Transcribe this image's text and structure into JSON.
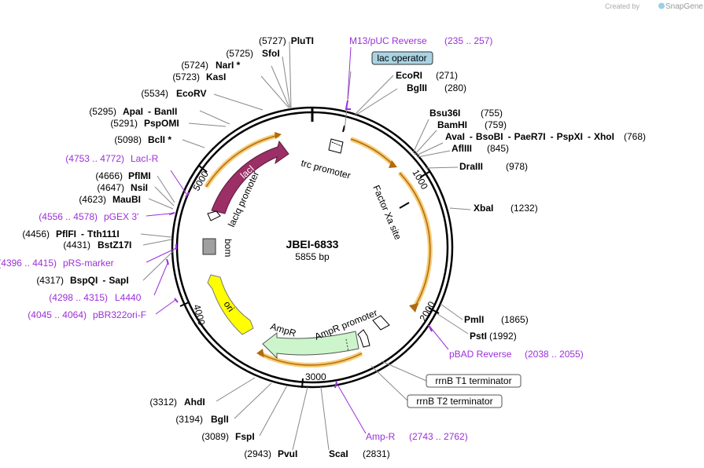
{
  "branding": {
    "created_by": "Created by",
    "app": "SnapGene"
  },
  "plasmid": {
    "name": "JBEI-6833",
    "length": "5855 bp"
  },
  "ticks": [
    "1000",
    "2000",
    "3000",
    "4000",
    "5000"
  ],
  "features": {
    "lacI": "lacI",
    "lacIq_promoter": "lacIq promoter",
    "bom": "bom",
    "ori": "ori",
    "AmpR": "AmpR",
    "AmpR_promoter": "AmpR promoter",
    "trc_promoter": "trc promoter",
    "factor_xa": "Factor Xa site",
    "lac_operator": "lac operator",
    "rrnB_T1": "rrnB T1 terminator",
    "rrnB_T2": "rrnB T2 terminator"
  },
  "primers": {
    "m13": {
      "name": "M13/pUC Reverse",
      "range": "(235 .. 257)"
    },
    "pbad": {
      "name": "pBAD Reverse",
      "range": "(2038 .. 2055)"
    },
    "amp_r": {
      "name": "Amp-R",
      "range": "(2743 .. 2762)"
    },
    "laci_r": {
      "name": "LacI-R",
      "range": "(4753 .. 4772)"
    },
    "pgex3": {
      "name": "pGEX 3'",
      "range": "(4556 .. 4578)"
    },
    "prs_marker": {
      "name": "pRS-marker",
      "range": "(4396 .. 4415)"
    },
    "l4440": {
      "name": "L4440",
      "range": "(4298 .. 4315)"
    },
    "pbr322ori_f": {
      "name": "pBR322ori-F",
      "range": "(4045 .. 4064)"
    }
  },
  "enzymes": {
    "pluti": {
      "name": "PluTI",
      "pos": "(5727)"
    },
    "sfoi": {
      "name": "SfoI",
      "pos": "(5725)"
    },
    "nari": {
      "name": "NarI *",
      "pos": "(5724)"
    },
    "kasi": {
      "name": "KasI",
      "pos": "(5723)"
    },
    "ecorv": {
      "name": "EcoRV",
      "pos": "(5534)"
    },
    "apai": {
      "name": "ApaI",
      "sep": "-",
      "alt": "BanII",
      "pos": "(5295)"
    },
    "pspomi": {
      "name": "PspOMI",
      "pos": "(5291)"
    },
    "bcli": {
      "name": "BclI *",
      "pos": "(5098)"
    },
    "pflmi": {
      "name": "PflMI",
      "pos": "(4666)"
    },
    "nsii": {
      "name": "NsiI",
      "pos": "(4647)"
    },
    "maubi": {
      "name": "MauBI",
      "pos": "(4623)"
    },
    "pflfi": {
      "name": "PflFI",
      "sep": "-",
      "alt": "Tth111I",
      "pos": "(4456)"
    },
    "bstz17i": {
      "name": "BstZ17I",
      "pos": "(4431)"
    },
    "bspqi": {
      "name": "BspQI",
      "sep": "-",
      "alt": "SapI",
      "pos": "(4317)"
    },
    "ecori": {
      "name": "EcoRI",
      "pos": "(271)"
    },
    "bglii": {
      "name": "BglII",
      "pos": "(280)"
    },
    "bsu36i": {
      "name": "Bsu36I",
      "pos": "(755)"
    },
    "bamhi": {
      "name": "BamHI",
      "pos": "(759)"
    },
    "avai": {
      "name": "AvaI",
      "sep1": "-",
      "alt1": "BsoBI",
      "sep2": "-",
      "alt2": "PaeR7I",
      "sep3": "-",
      "alt3": "PspXI",
      "sep4": "-",
      "alt4": "XhoI",
      "pos": "(768)"
    },
    "afliii": {
      "name": "AflIII",
      "pos": "(845)"
    },
    "draiii": {
      "name": "DraIII",
      "pos": "(978)"
    },
    "xbai": {
      "name": "XbaI",
      "pos": "(1232)"
    },
    "pmli": {
      "name": "PmlI",
      "pos": "(1865)"
    },
    "psti": {
      "name": "PstI",
      "pos": "(1992)"
    },
    "ahdi": {
      "name": "AhdI",
      "pos": "(3312)"
    },
    "bgli": {
      "name": "BglI",
      "pos": "(3194)"
    },
    "fspi": {
      "name": "FspI",
      "pos": "(3089)"
    },
    "pvui": {
      "name": "PvuI",
      "pos": "(2943)"
    },
    "scai": {
      "name": "ScaI",
      "pos": "(2831)"
    }
  }
}
